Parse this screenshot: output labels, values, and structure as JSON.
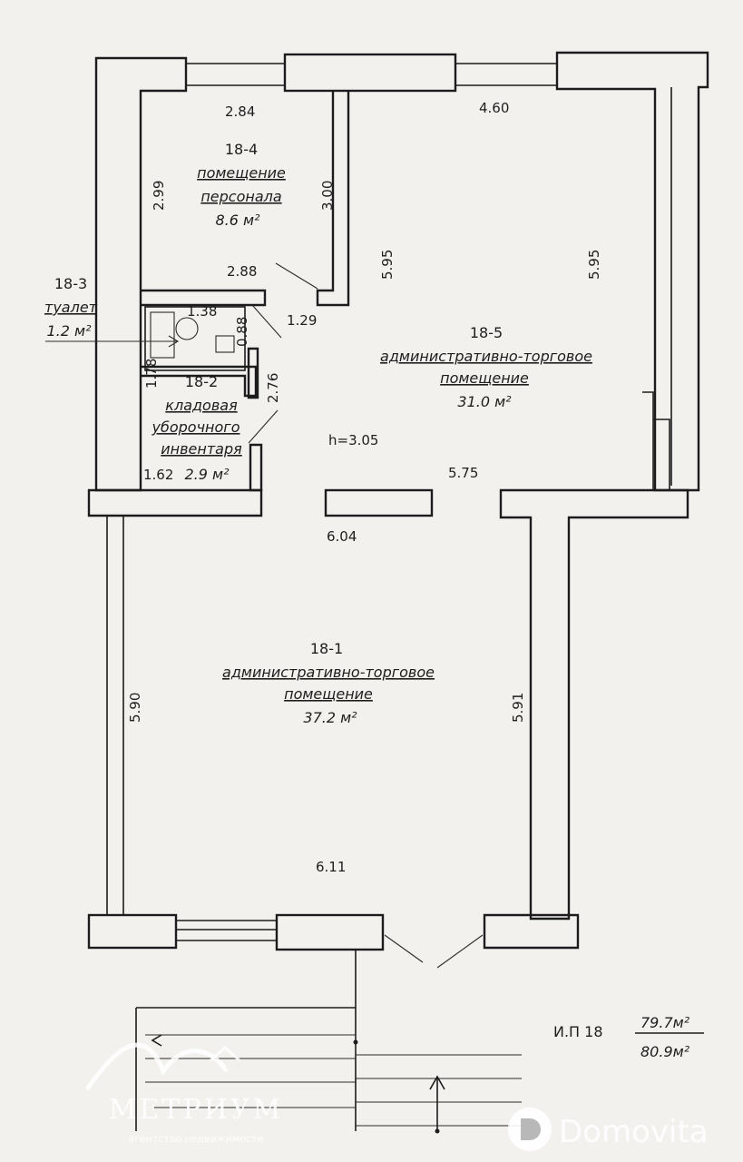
{
  "plan": {
    "rooms": [
      {
        "id": "18-4",
        "name_lines": [
          "помещение",
          "персонала"
        ],
        "area": "8.6 м²"
      },
      {
        "id": "18-3",
        "name_lines": [
          "туалет"
        ],
        "area": "1.2 м²"
      },
      {
        "id": "18-2",
        "name_lines": [
          "кладовая",
          "уборочного",
          "инвентаря"
        ],
        "area": "2.9 м²"
      },
      {
        "id": "18-5",
        "name_lines": [
          "административно-торговое",
          "помещение"
        ],
        "area": "31.0 м²"
      },
      {
        "id": "18-1",
        "name_lines": [
          "административно-торговое",
          "помещение"
        ],
        "area": "37.2 м²"
      }
    ],
    "dimensions": {
      "d_2_84": "2.84",
      "d_4_60": "4.60",
      "d_2_99": "2.99",
      "d_3_00": "3.00",
      "d_5_95_a": "5.95",
      "d_5_95_b": "5.95",
      "d_2_88": "2.88",
      "d_1_38": "1.38",
      "d_0_88": "0.88",
      "d_1_29": "1.29",
      "d_1_78": "1.78",
      "d_2_76": "2.76",
      "d_1_62": "1.62",
      "d_5_75": "5.75",
      "d_6_04": "6.04",
      "d_5_90": "5.90",
      "d_5_91": "5.91",
      "d_6_11": "6.11"
    },
    "ceiling_height": "h=3.05",
    "summary": {
      "label": "И.П 18",
      "area_1": "79.7м²",
      "area_2": "80.9м²"
    }
  },
  "watermarks": {
    "left_brand": "МЕТРИУМ",
    "left_tagline": "агентство недвижимости",
    "right_brand": "Domovita"
  },
  "colors": {
    "paper": "#f2f1ee",
    "ink": "#1c1c1c",
    "watermark": "#ffffff"
  }
}
